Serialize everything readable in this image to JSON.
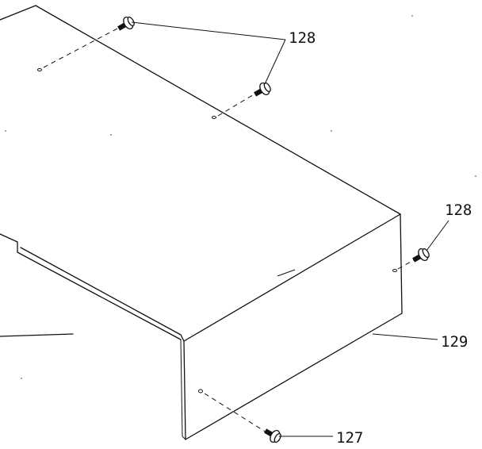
{
  "callouts": {
    "screws_top": "128",
    "screw_side": "128",
    "panel": "129",
    "screw_bottom": "127"
  },
  "icons": [
    "screw-icon",
    "screw-icon",
    "screw-icon",
    "screw-icon"
  ]
}
